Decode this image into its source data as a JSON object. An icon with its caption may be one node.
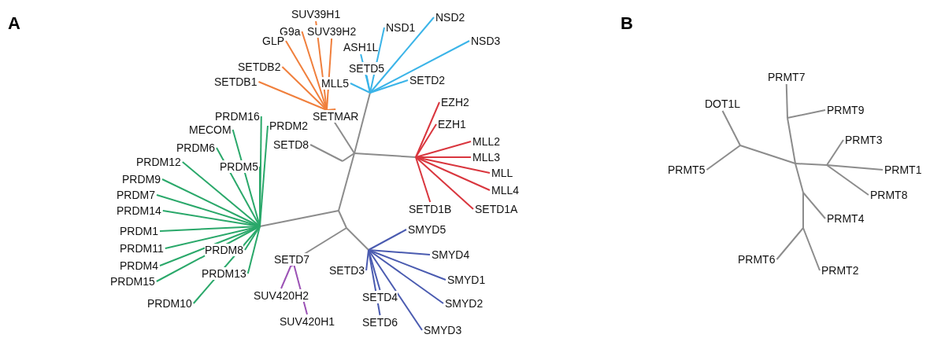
{
  "diagram": {
    "labels": [
      "A",
      "SUV39H1",
      "G9a",
      "SUV39H2",
      "GLP",
      "SETDB2",
      "SETDB1",
      "SETMAR",
      "NSD2",
      "NSD1",
      "NSD3",
      "ASH1L",
      "SETD5",
      "MLL5",
      "SETD2",
      "EZH2",
      "EZH1",
      "MLL2",
      "MLL3",
      "MLL",
      "MLL4",
      "SETD1B",
      "SETD1A",
      "PRDM16",
      "MECOM",
      "PRDM2",
      "PRDM6",
      "PRDM12",
      "SETD8",
      "PRDM5",
      "PRDM9",
      "PRDM7",
      "PRDM14",
      "PRDM1",
      "PRDM11",
      "PRDM4",
      "PRDM15",
      "PRDM10",
      "PRDM8",
      "PRDM13",
      "SETD7",
      "SUV420H2",
      "SUV420H1",
      "SMYD5",
      "SMYD4",
      "SETD3",
      "SMYD1",
      "SETD4",
      "SMYD2",
      "SETD6",
      "SMYD3",
      "B",
      "PRMT7",
      "DOT1L",
      "PRMT9",
      "PRMT3",
      "PRMT5",
      "PRMT1",
      "PRMT8",
      "PRMT4",
      "PRMT6",
      "PRMT2"
    ]
  }
}
